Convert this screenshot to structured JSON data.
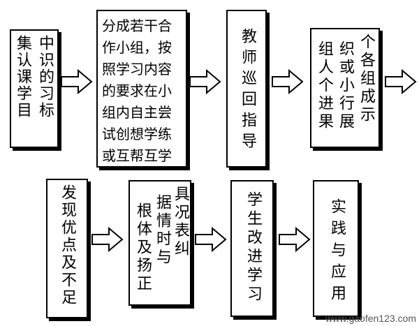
{
  "row1": {
    "box1": {
      "col1": "集认课学目",
      "col2": "中识的习标"
    },
    "box2": {
      "lines": [
        "分成若干合",
        "作小组，按",
        "照学习内容",
        "的要求在小",
        "组内自主尝",
        "试创想学练",
        "或互帮互学"
      ]
    },
    "box3": {
      "col1": "教师巡回指导"
    },
    "box4": {
      "col1": "组人个进果",
      "col2": "织或小行展",
      "col3": "个各组成示"
    }
  },
  "row2": {
    "box5": {
      "col1": "发现优点及不足"
    },
    "box6": {
      "col1": "根体及扬正",
      "col2": "据情时与",
      "col3": "具况表纠"
    },
    "box7": {
      "col1": "学生改进学习"
    },
    "box8": {
      "col1": "实践与应用"
    }
  },
  "watermark": "www.gaofen123.com"
}
